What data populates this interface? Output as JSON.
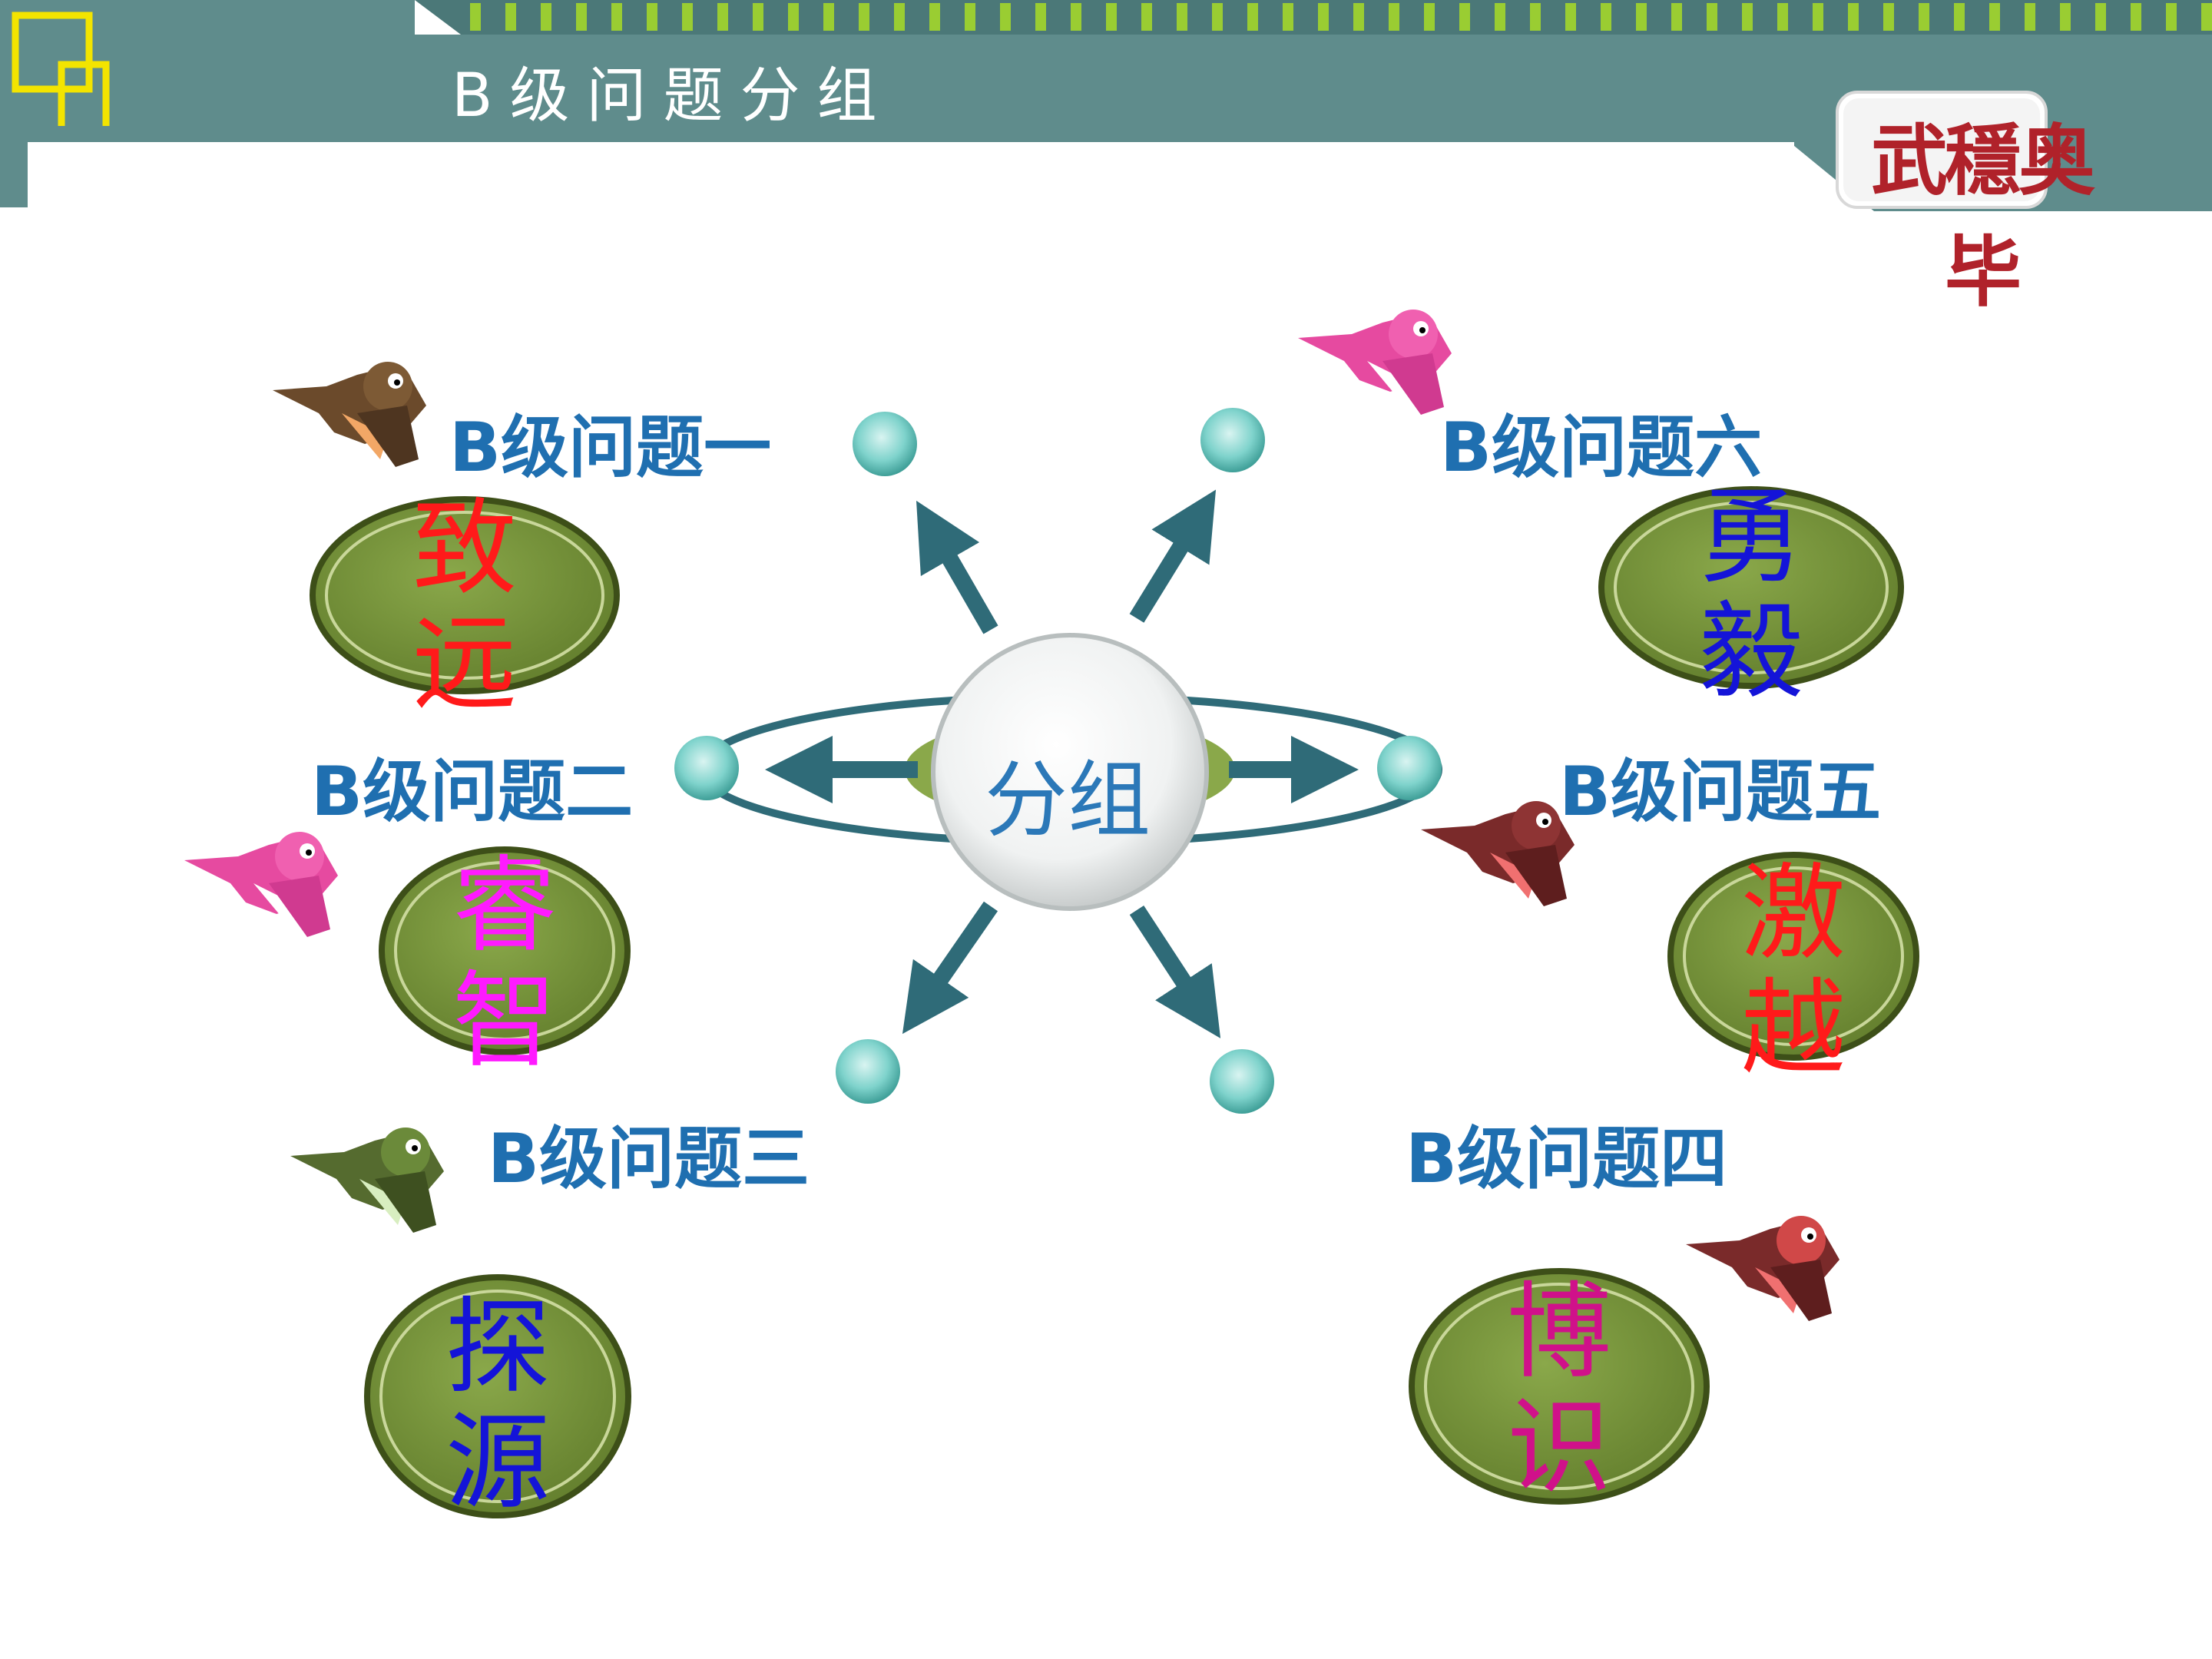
{
  "header": {
    "title": "B级问题分组",
    "logo_text": "武穩奥毕"
  },
  "hub": {
    "label": "分组"
  },
  "groups": [
    {
      "question": "B级问题一",
      "chars": [
        "致",
        "远"
      ],
      "color": "#ff1a1a"
    },
    {
      "question": "B级问题二",
      "chars": [
        "睿",
        "智"
      ],
      "color": "#ff1aff"
    },
    {
      "question": "B级问题三",
      "chars": [
        "探",
        "源"
      ],
      "color": "#1414d8"
    },
    {
      "question": "B级问题四",
      "chars": [
        "博",
        "识"
      ],
      "color": "#d0118a"
    },
    {
      "question": "B级问题五",
      "chars": [
        "激",
        "越"
      ],
      "color": "#ff1a1a"
    },
    {
      "question": "B级问题六",
      "chars": [
        "勇",
        "毅"
      ],
      "color": "#1414d8"
    }
  ],
  "colors": {
    "header_bar": "#5f8c8c",
    "header_dark": "#3e6b6b",
    "stripe": "#9acd32",
    "question_text": "#1f6fb0",
    "badge_fill": "#7c9a3a",
    "arrow": "#2f6b78",
    "node": "#7fd3cc"
  },
  "icons": [
    "window-icon",
    "bird-icon"
  ]
}
